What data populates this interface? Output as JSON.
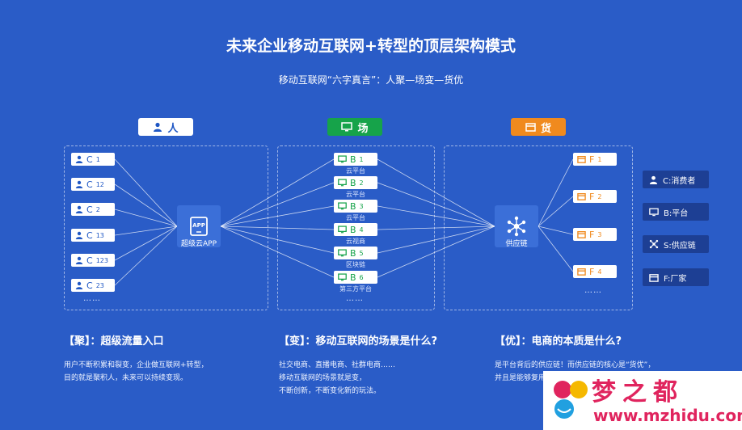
{
  "title": "未来企业移动互联网+转型的顶层架构模式",
  "subtitle": "移动互联网“六字真言”：人聚—场变—货优",
  "columns": {
    "people": {
      "label": "人",
      "icon": "person-icon"
    },
    "place": {
      "label": "场",
      "icon": "monitor-icon"
    },
    "goods": {
      "label": "货",
      "icon": "factory-icon"
    }
  },
  "people_items": [
    {
      "main": "C",
      "sub": "1"
    },
    {
      "main": "C",
      "sub": "12"
    },
    {
      "main": "C",
      "sub": "2"
    },
    {
      "main": "C",
      "sub": "13"
    },
    {
      "main": "C",
      "sub": "123"
    },
    {
      "main": "C",
      "sub": "23"
    }
  ],
  "people_more": "……",
  "app_hub": {
    "icon_text": "APP",
    "label": "超级云APP"
  },
  "place_items": [
    {
      "main": "B",
      "sub": "1",
      "label": "云平台"
    },
    {
      "main": "B",
      "sub": "2",
      "label": "云平台"
    },
    {
      "main": "B",
      "sub": "3",
      "label": "云平台"
    },
    {
      "main": "B",
      "sub": "4",
      "label": "云视商"
    },
    {
      "main": "B",
      "sub": "5",
      "label": "区块链"
    },
    {
      "main": "B",
      "sub": "6",
      "label": "第三方平台"
    }
  ],
  "place_more": "……",
  "supply_hub": {
    "label": "供应链"
  },
  "goods_items": [
    {
      "main": "F",
      "sub": "1"
    },
    {
      "main": "F",
      "sub": "2"
    },
    {
      "main": "F",
      "sub": "3"
    },
    {
      "main": "F",
      "sub": "4"
    }
  ],
  "goods_more": "……",
  "legend": [
    {
      "text": "C:消费者",
      "icon": "person-icon"
    },
    {
      "text": "B:平台",
      "icon": "monitor-icon"
    },
    {
      "text": "S:供应链",
      "icon": "network-icon"
    },
    {
      "text": "F:厂家",
      "icon": "factory-icon"
    }
  ],
  "sections": [
    {
      "heading": "【聚】：超级流量入口",
      "body": [
        "用户不断积累和裂变，企业做互联网+转型，",
        "目的就是聚积人，未来可以持续变现。"
      ]
    },
    {
      "heading": "【变】：移动互联网的场景是什么?",
      "body": [
        "社交电商、直播电商、社群电商……",
        "移动互联网的场景就是变，",
        "不断创新，不断变化新的玩法。"
      ]
    },
    {
      "heading": "【优】：电商的本质是什么?",
      "body": [
        "是平台背后的供应链！而供应链的核心是“货优”，",
        "并且是能够复用的"
      ]
    }
  ],
  "watermark": {
    "name": "梦之都",
    "url": "www.mzhidu.com"
  },
  "colors": {
    "background": "#2a5cc7",
    "people": "#ffffff",
    "place": "#16a34a",
    "goods": "#f08a1e",
    "legend_bg": "#1d3f94",
    "watermark": "#e0245e"
  }
}
